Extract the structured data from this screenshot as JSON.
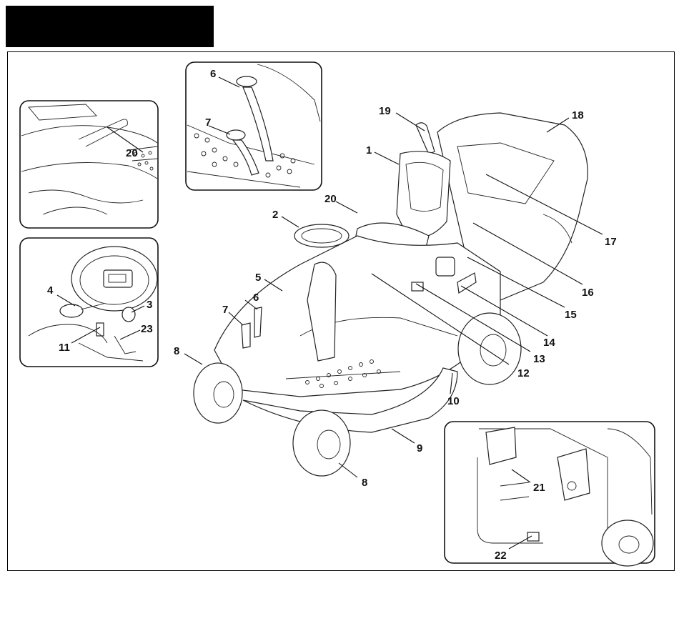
{
  "callouts": {
    "c1": "1",
    "c2": "2",
    "c3": "3",
    "c4": "4",
    "c5": "5",
    "c6a": "6",
    "c6b": "6",
    "c7a": "7",
    "c7b": "7",
    "c8a": "8",
    "c8b": "8",
    "c9": "9",
    "c10": "10",
    "c11": "11",
    "c12": "12",
    "c13": "13",
    "c14": "14",
    "c15": "15",
    "c16": "16",
    "c17": "17",
    "c18": "18",
    "c19": "19",
    "c20a": "20",
    "c20b": "20",
    "c21": "21",
    "c22": "22",
    "c23": "23"
  }
}
